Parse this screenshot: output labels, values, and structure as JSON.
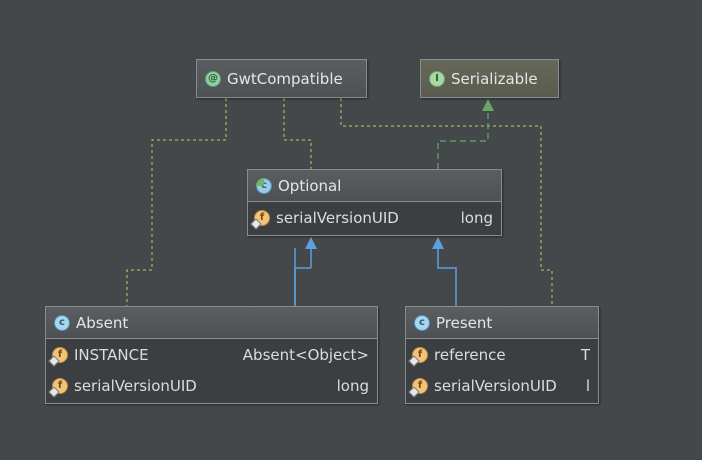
{
  "nodes": {
    "gwt_compatible": {
      "name": "GwtCompatible",
      "kind_icon": "annotation-icon",
      "icon_letter": "@"
    },
    "serializable": {
      "name": "Serializable",
      "kind_icon": "interface-icon",
      "icon_letter": "I"
    },
    "optional": {
      "name": "Optional",
      "kind_icon": "abstract-class-icon",
      "icon_letter": "c",
      "fields": [
        {
          "name": "serialVersionUID",
          "type": "long"
        }
      ]
    },
    "absent": {
      "name": "Absent",
      "kind_icon": "class-icon",
      "icon_letter": "c",
      "fields": [
        {
          "name": "INSTANCE",
          "type": "Absent<Object>"
        },
        {
          "name": "serialVersionUID",
          "type": "long"
        }
      ]
    },
    "present": {
      "name": "Present",
      "kind_icon": "class-icon",
      "icon_letter": "c",
      "fields": [
        {
          "name": "reference",
          "type": "T"
        },
        {
          "name": "serialVersionUID",
          "type": "l"
        }
      ]
    }
  },
  "field_icon_letter": "f",
  "colors": {
    "background": "#45484b",
    "annotation_link": "#c8c860",
    "realization_link": "#6aa86a",
    "generalization_link": "#5c9fe0"
  }
}
